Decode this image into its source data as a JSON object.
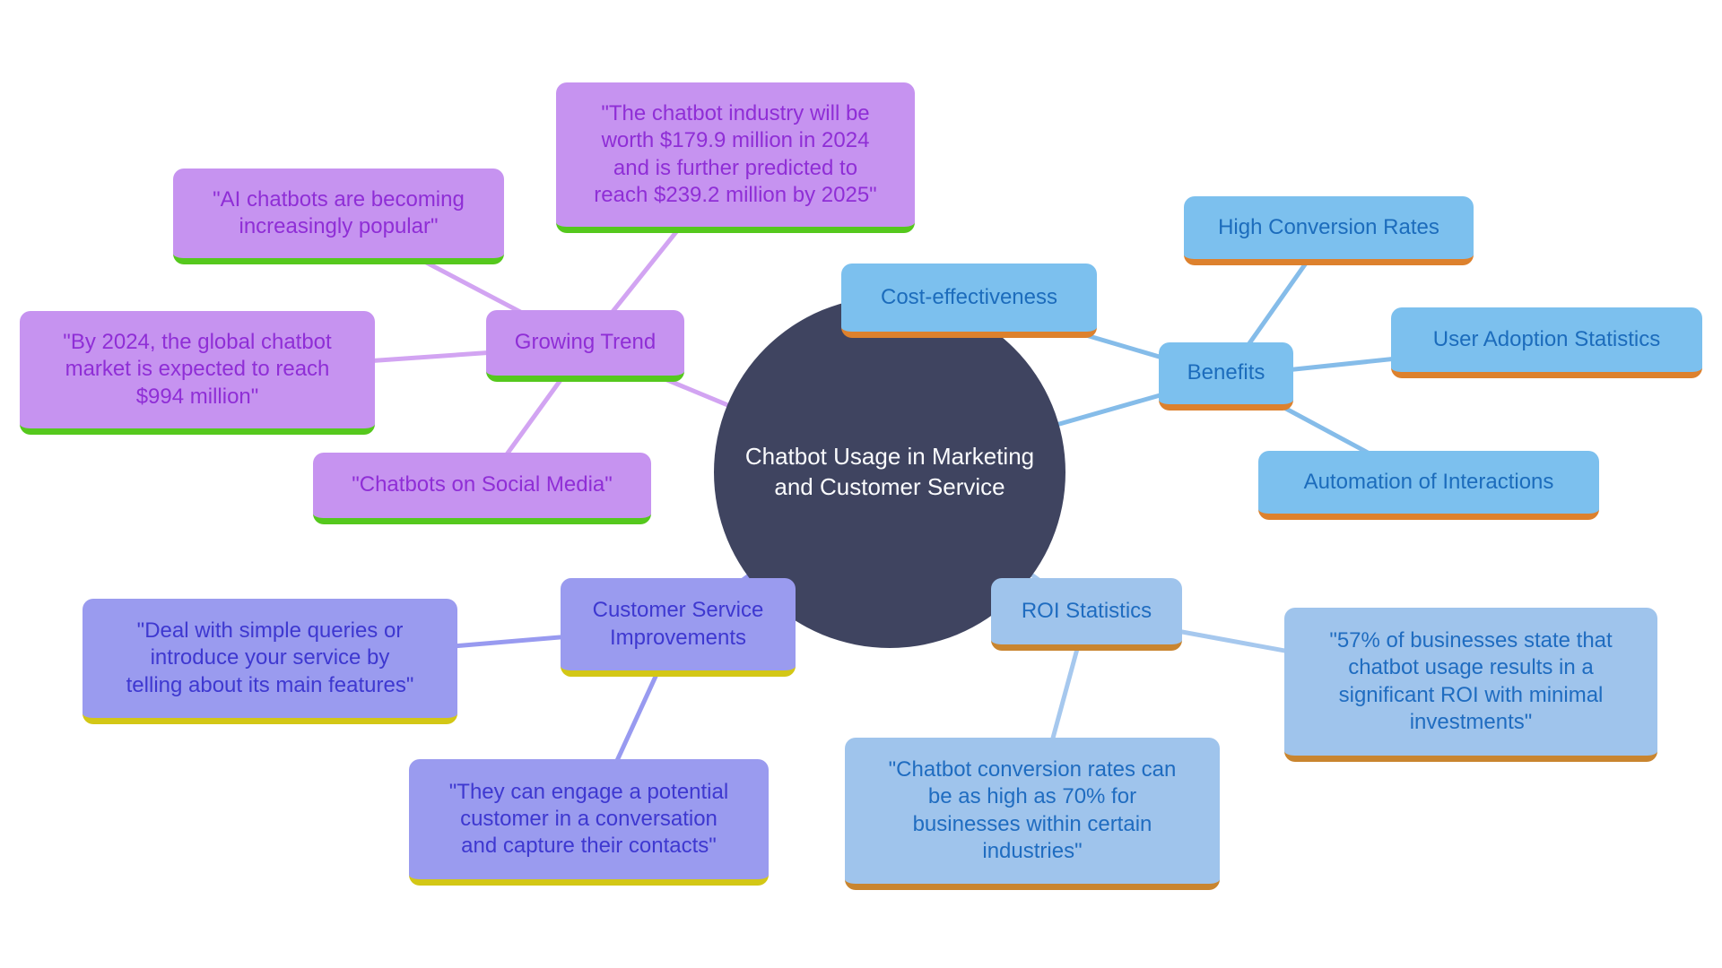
{
  "center": {
    "label": "Chatbot Usage in Marketing\nand Customer Service"
  },
  "nodes": {
    "growing_trend": {
      "label": "Growing Trend",
      "theme": "purple"
    },
    "ai_popular": {
      "label": "\"AI chatbots are becoming\nincreasingly popular\"",
      "theme": "purple"
    },
    "industry_worth": {
      "label": "\"The chatbot industry will be\nworth $179.9 million in 2024\nand is further predicted to\nreach $239.2 million by 2025\"",
      "theme": "purple"
    },
    "market_994": {
      "label": "\"By 2024, the global chatbot\nmarket is expected to reach\n$994 million\"",
      "theme": "purple"
    },
    "social_media": {
      "label": "\"Chatbots on Social Media\"",
      "theme": "purple"
    },
    "benefits": {
      "label": "Benefits",
      "theme": "blue"
    },
    "cost_effectiveness": {
      "label": "Cost-effectiveness",
      "theme": "blue"
    },
    "high_conversion": {
      "label": "High Conversion Rates",
      "theme": "blue"
    },
    "user_adoption": {
      "label": "User Adoption Statistics",
      "theme": "blue"
    },
    "automation": {
      "label": "Automation of Interactions",
      "theme": "blue"
    },
    "customer_service": {
      "label": "Customer Service\nImprovements",
      "theme": "indigo"
    },
    "deal_queries": {
      "label": "\"Deal with simple queries or\nintroduce your service by\ntelling about its main features\"",
      "theme": "indigo"
    },
    "engage": {
      "label": "\"They can engage a potential\ncustomer in a conversation\nand capture their contacts\"",
      "theme": "indigo"
    },
    "roi_statistics": {
      "label": "ROI Statistics",
      "theme": "roiblue"
    },
    "roi_57": {
      "label": "\"57% of businesses state that\nchatbot usage results in a\nsignificant ROI with minimal\ninvestments\"",
      "theme": "roiblue"
    },
    "roi_conversion": {
      "label": "\"Chatbot conversion rates can\nbe as high as 70% for\nbusinesses within certain\nindustries\"",
      "theme": "roiblue"
    }
  },
  "edges": [
    {
      "from": "center",
      "to": "growing_trend",
      "branch": "purple"
    },
    {
      "from": "growing_trend",
      "to": "ai_popular",
      "branch": "purple"
    },
    {
      "from": "growing_trend",
      "to": "industry_worth",
      "branch": "purple"
    },
    {
      "from": "growing_trend",
      "to": "market_994",
      "branch": "purple"
    },
    {
      "from": "growing_trend",
      "to": "social_media",
      "branch": "purple"
    },
    {
      "from": "center",
      "to": "benefits",
      "branch": "blue"
    },
    {
      "from": "benefits",
      "to": "cost_effectiveness",
      "branch": "blue"
    },
    {
      "from": "benefits",
      "to": "high_conversion",
      "branch": "blue"
    },
    {
      "from": "benefits",
      "to": "user_adoption",
      "branch": "blue"
    },
    {
      "from": "benefits",
      "to": "automation",
      "branch": "blue"
    },
    {
      "from": "center",
      "to": "customer_service",
      "branch": "indigo"
    },
    {
      "from": "customer_service",
      "to": "deal_queries",
      "branch": "indigo"
    },
    {
      "from": "customer_service",
      "to": "engage",
      "branch": "indigo"
    },
    {
      "from": "center",
      "to": "roi_statistics",
      "branch": "roiblue"
    },
    {
      "from": "roi_statistics",
      "to": "roi_57",
      "branch": "roiblue"
    },
    {
      "from": "roi_statistics",
      "to": "roi_conversion",
      "branch": "roiblue"
    }
  ],
  "palette": {
    "background": "#ffffff",
    "center_fill": "#3f4460",
    "center_text": "#fafbfd",
    "purple_fill": "#c693f0",
    "purple_text": "#8f2ed6",
    "purple_accent": "#55c81d",
    "blue_fill": "#7cc0ee",
    "blue_text": "#1c6cbc",
    "blue_accent": "#dd812d",
    "roiblue_fill": "#9fc4ec",
    "roiblue_text": "#1f6cc0",
    "roiblue_accent": "#c9852f",
    "indigo_fill": "#9a9bef",
    "indigo_text": "#3e38d0",
    "indigo_accent": "#d3c716",
    "lines": {
      "purple": "#d2a4f2",
      "blue": "#85bce9",
      "indigo": "#989af0",
      "roiblue": "#a6c8ee"
    }
  }
}
